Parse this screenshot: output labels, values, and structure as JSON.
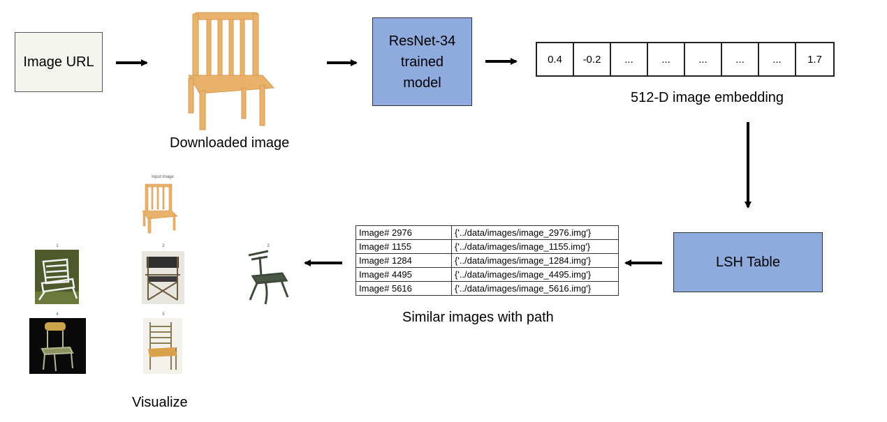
{
  "nodes": {
    "image_url": "Image URL",
    "resnet_lines": [
      "ResNet-34",
      "trained",
      "model"
    ],
    "lsh_table": "LSH Table"
  },
  "captions": {
    "downloaded_image": "Downloaded image",
    "embedding": "512-D image embedding",
    "similar": "Similar images with path",
    "visualize": "Visualize"
  },
  "embedding_cells": [
    "0.4",
    "-0.2",
    "...",
    "...",
    "...",
    "...",
    "...",
    "1.7"
  ],
  "similar_table": [
    {
      "id": "Image# 2976",
      "path": "{'../data/images/image_2976.img'}"
    },
    {
      "id": "Image# 1155",
      "path": "{'../data/images/image_1155.img'}"
    },
    {
      "id": "Image# 1284",
      "path": "{'../data/images/image_1284.img'}"
    },
    {
      "id": "Image# 4495",
      "path": "{'../data/images/image_4495.img'}"
    },
    {
      "id": "Image# 5616",
      "path": "{'../data/images/image_5616.img'}"
    }
  ],
  "visualize_labels": {
    "input": "Input Image",
    "n1": "1",
    "n2": "2",
    "n3": "3",
    "n4": "4",
    "n5": "5"
  },
  "colors": {
    "model_box": "#8faadc",
    "url_box": "#f4f4ef",
    "chair_wood": "#e9b26b"
  }
}
